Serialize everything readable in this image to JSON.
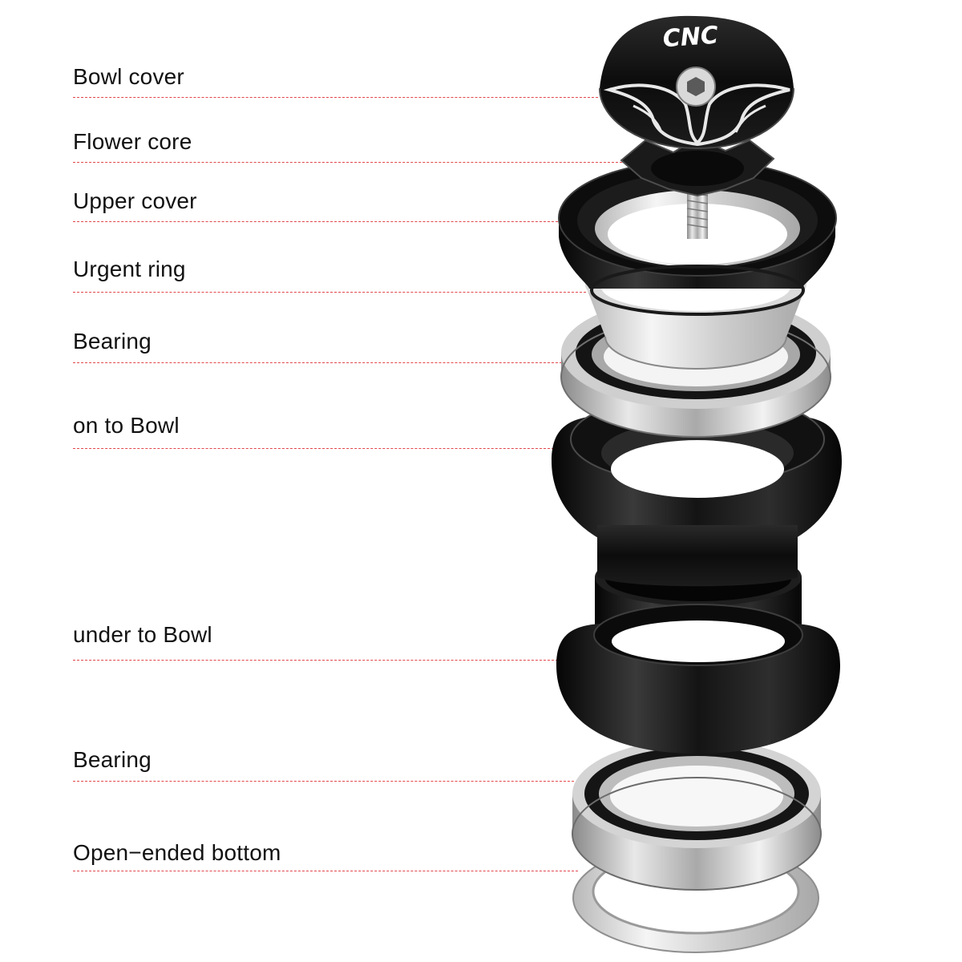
{
  "logo_text": "CNC",
  "colors": {
    "leader_line": "#e2474b",
    "label_text": "#111111",
    "anodized_black": "#101010",
    "polished_silver": "#c8c8c8"
  },
  "parts": [
    {
      "id": "bowl-cover",
      "label": "Bowl cover"
    },
    {
      "id": "flower-core",
      "label": "Flower core"
    },
    {
      "id": "upper-cover",
      "label": "Upper cover"
    },
    {
      "id": "urgent-ring",
      "label": "Urgent ring"
    },
    {
      "id": "bearing-upper",
      "label": "Bearing"
    },
    {
      "id": "on-to-bowl",
      "label": "on to Bowl"
    },
    {
      "id": "under-to-bowl",
      "label": "under to Bowl"
    },
    {
      "id": "bearing-lower",
      "label": "Bearing"
    },
    {
      "id": "open-ended-bottom",
      "label": "Open−ended bottom"
    }
  ]
}
